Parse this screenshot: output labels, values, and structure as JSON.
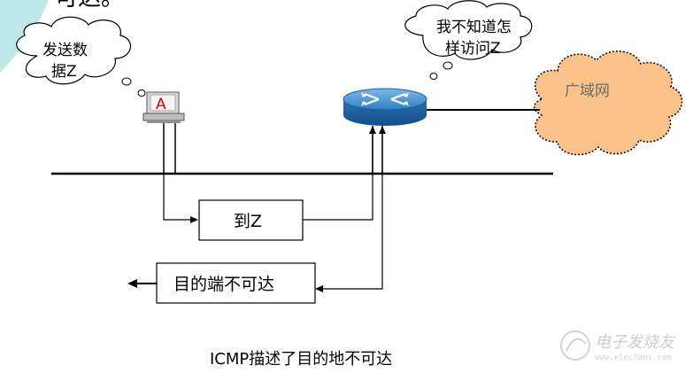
{
  "slide": {
    "title_fragment": "可达。",
    "sender_thought": [
      "发送数",
      "据Z"
    ],
    "router_thought": [
      "我不知道怎",
      "样访问Z"
    ],
    "host_label": "A",
    "wan_label": "广域网",
    "forward_box": "到Z",
    "error_box": "目的端不可达",
    "caption": "ICMP描述了目的地不可达"
  },
  "watermark": {
    "brand": "电子发烧友",
    "url": "www.elecfans.com"
  },
  "colors": {
    "thought_cloud_fill": "#ffffff",
    "wan_cloud_fill": "#fbc28a",
    "router_blue": "#2f7fc3",
    "host_label_red": "#e00000",
    "corner_teal": "#bfe9e9"
  }
}
